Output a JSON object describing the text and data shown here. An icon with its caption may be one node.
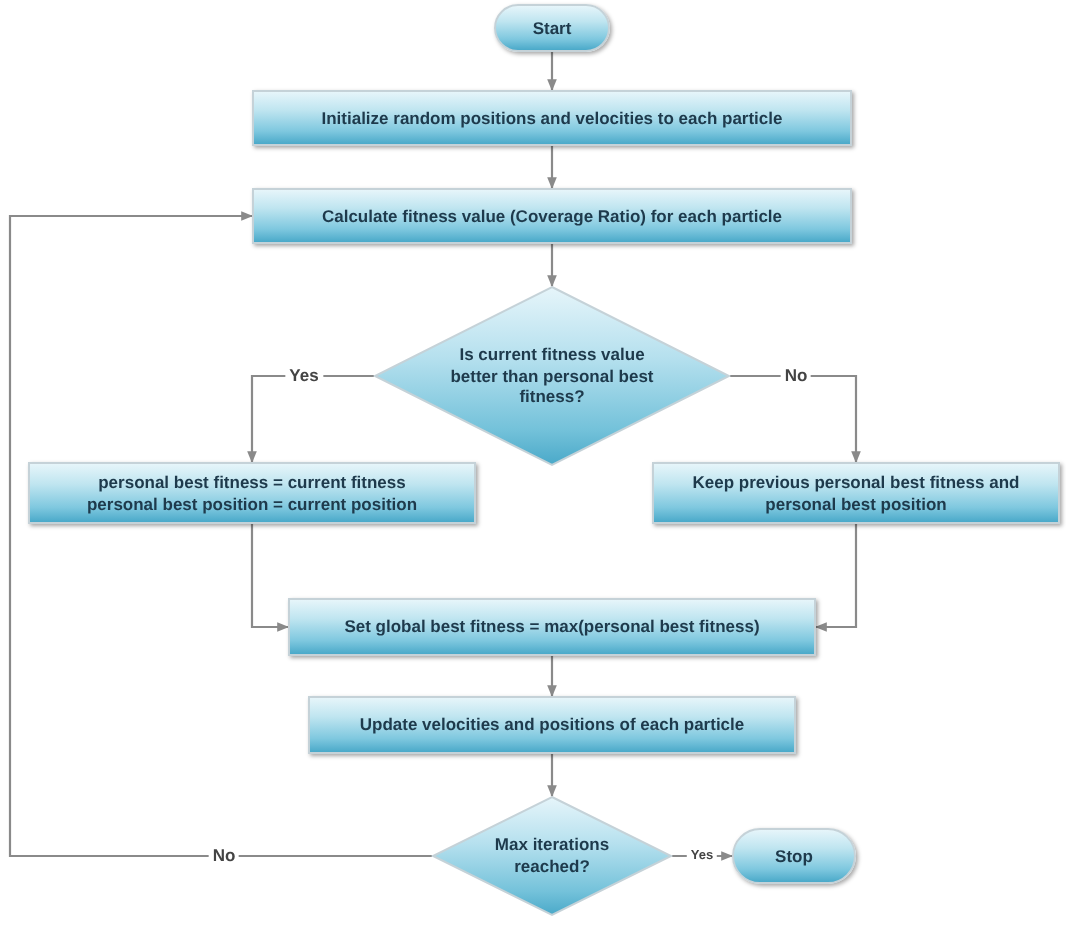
{
  "diagram": {
    "nodes": [
      {
        "text": [
          "Start"
        ]
      },
      {
        "text": [
          "Initialize random positions and velocities to each particle"
        ]
      },
      {
        "text": [
          "Calculate fitness value (Coverage Ratio) for each particle"
        ]
      },
      {
        "text": [
          "Is current fitness value better than personal best fitness?"
        ]
      },
      {
        "text": [
          "personal best fitness = current fitness",
          "personal best position = current position"
        ]
      },
      {
        "text": [
          "Keep previous personal best fitness and personal best position"
        ]
      },
      {
        "text": [
          "Set global best fitness = max(personal best fitness)"
        ]
      },
      {
        "text": [
          "Update velocities and positions of each particle"
        ]
      },
      {
        "text": [
          "Max iterations reached?"
        ]
      },
      {
        "text": [
          "Stop"
        ]
      }
    ],
    "edges": [
      {
        "from": 0,
        "to": 1,
        "arrow": "to"
      },
      {
        "from": 1,
        "to": 2,
        "arrow": "to"
      },
      {
        "from": 2,
        "to": 3,
        "arrow": "to"
      },
      {
        "from": 3,
        "to": 4,
        "arrow": "to",
        "label": "Yes"
      },
      {
        "from": 3,
        "to": 5,
        "arrow": "to",
        "label": "No"
      },
      {
        "from": 4,
        "to": 6,
        "arrow": "to"
      },
      {
        "from": 5,
        "to": 6,
        "arrow": "to"
      },
      {
        "from": 6,
        "to": 7,
        "arrow": "to"
      },
      {
        "from": 7,
        "to": 8,
        "arrow": "to"
      },
      {
        "from": 8,
        "to": 9,
        "arrow": "to",
        "label": "Yes"
      },
      {
        "from": 8,
        "to": 2,
        "arrow": "to",
        "label": "No"
      }
    ]
  }
}
